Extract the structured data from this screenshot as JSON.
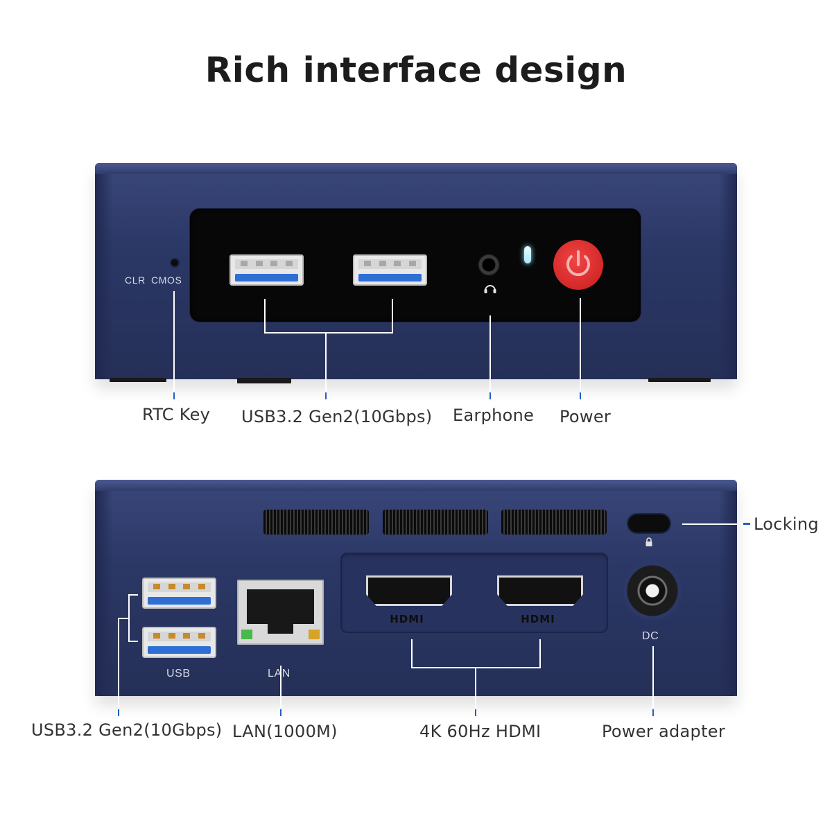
{
  "title": "Rich interface design",
  "front": {
    "clr_label": "CLR",
    "cmos_label": "CMOS",
    "callouts": {
      "rtc": "RTC Key",
      "usb": "USB3.2 Gen2(10Gbps)",
      "earphone": "Earphone",
      "power": "Power"
    }
  },
  "rear": {
    "usb_print": "USB",
    "lan_print": "LAN",
    "dc_print": "DC",
    "hdmi_logo": "HDMI",
    "callouts": {
      "locking": "Locking",
      "usb": "USB3.2 Gen2(10Gbps)",
      "lan": "LAN(1000M)",
      "hdmi": "4K 60Hz HDMI",
      "power_adapter": "Power adapter"
    }
  },
  "colors": {
    "chassis": "#2b3765",
    "accent_tick": "#1f5fc8",
    "power_button": "#e22b2b",
    "usb_tongue": "#2f6fd4"
  }
}
